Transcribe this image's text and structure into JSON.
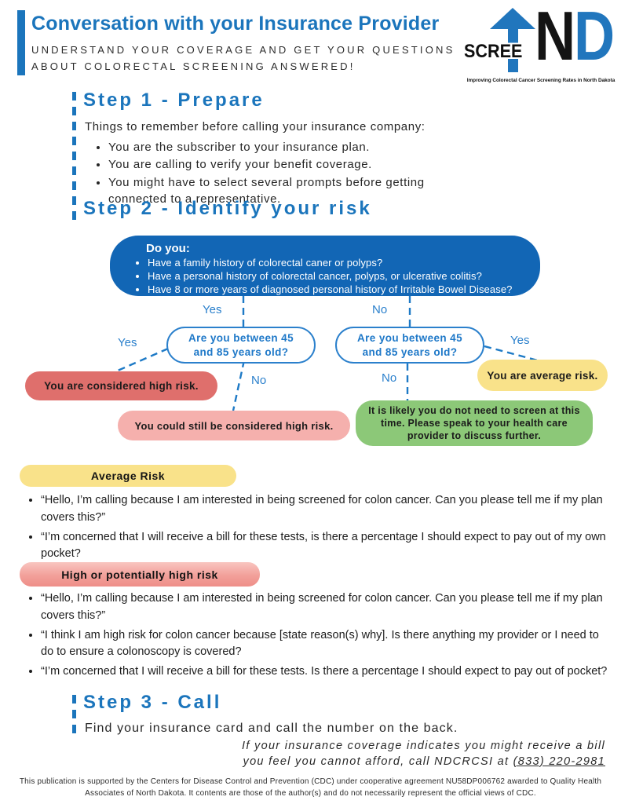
{
  "colors": {
    "brand_blue": "#1b75bc",
    "flow_box_blue": "#1266b5",
    "connector_blue": "#1e7ac6",
    "red_pill": "#df6f6c",
    "pink_pill": "#f5b0ad",
    "yellow_pill": "#f9e28a",
    "green_pill": "#8cc878"
  },
  "header": {
    "title": "Conversation with your Insurance Provider",
    "subtitle_line1": "UNDERSTAND YOUR COVERAGE AND GET YOUR QUESTIONS",
    "subtitle_line2": "ABOUT COLORECTAL SCREENING ANSWERED!",
    "logo": {
      "scree": "SCREE",
      "n": "N",
      "d": "D",
      "tagline": "Improving Colorectal Cancer Screening Rates in North Dakota"
    }
  },
  "step1": {
    "heading": "Step 1 - Prepare",
    "intro": "Things to remember before calling your insurance company:",
    "bullets": [
      "You are the subscriber to your insurance plan.",
      "You are calling to verify your benefit coverage.",
      "You might have to select several prompts before getting connected to a representative."
    ]
  },
  "step2": {
    "heading": "Step 2 - Identify your risk",
    "flowchart": {
      "question_heading": "Do you:",
      "question_bullets": [
        "Have a family history of colorectal caner or polyps?",
        "Have a personal history of colorectal cancer, polyps, or ulcerative colitis?",
        "Have 8 or more years of diagnosed personal history of Irritable Bowel Disease?"
      ],
      "top_yes": "Yes",
      "top_no": "No",
      "left_node_line1": "Are you between 45",
      "left_node_line2": "and 85 years old?",
      "right_node_line1": "Are you between 45",
      "right_node_line2": "and 85 years old?",
      "left_yes": "Yes",
      "left_no": "No",
      "right_no": "No",
      "right_yes": "Yes",
      "outcome_high": "You are considered high risk.",
      "outcome_maybe_high": "You could still be considered high risk.",
      "outcome_average": "You are average risk.",
      "outcome_no_screen": "It is likely you do not need to screen at this time. Please speak to your health care provider to discuss further."
    }
  },
  "average_section": {
    "badge": "Average Risk",
    "bullets": [
      "“Hello, I’m calling because I am interested in being screened for colon cancer. Can you please tell me if my plan covers this?”",
      "“I’m concerned that I will receive a bill for these tests, is there a percentage I should expect to pay out of my own pocket?"
    ]
  },
  "high_section": {
    "badge": "High or potentially high risk",
    "bullets": [
      "“Hello, I’m calling because I am interested in being screened for colon cancer. Can you please tell me if my plan covers this?”",
      "“I think I am high risk for colon cancer because [state reason(s) why]. Is there anything my provider or I need to do to ensure a colonoscopy is covered?",
      "“I’m concerned that I will receive a bill for these tests. Is there a percentage I should expect to pay out of pocket?"
    ]
  },
  "step3": {
    "heading": "Step 3 - Call",
    "body": "Find your insurance card and call the number on the back.",
    "note_line1": "If your insurance coverage indicates you might receive a bill",
    "note_line2_prefix": "you feel you cannot afford, call NDCRCSI at ",
    "note_phone": "(833) 220-2981"
  },
  "footer": {
    "text": "This publication is supported by the Centers for Disease Control and Prevention (CDC) under cooperative agreement NU58DP006762 awarded to Quality Health Associates of North Dakota. It contents are those of the author(s) and do not necessarily represent the official views of CDC."
  }
}
